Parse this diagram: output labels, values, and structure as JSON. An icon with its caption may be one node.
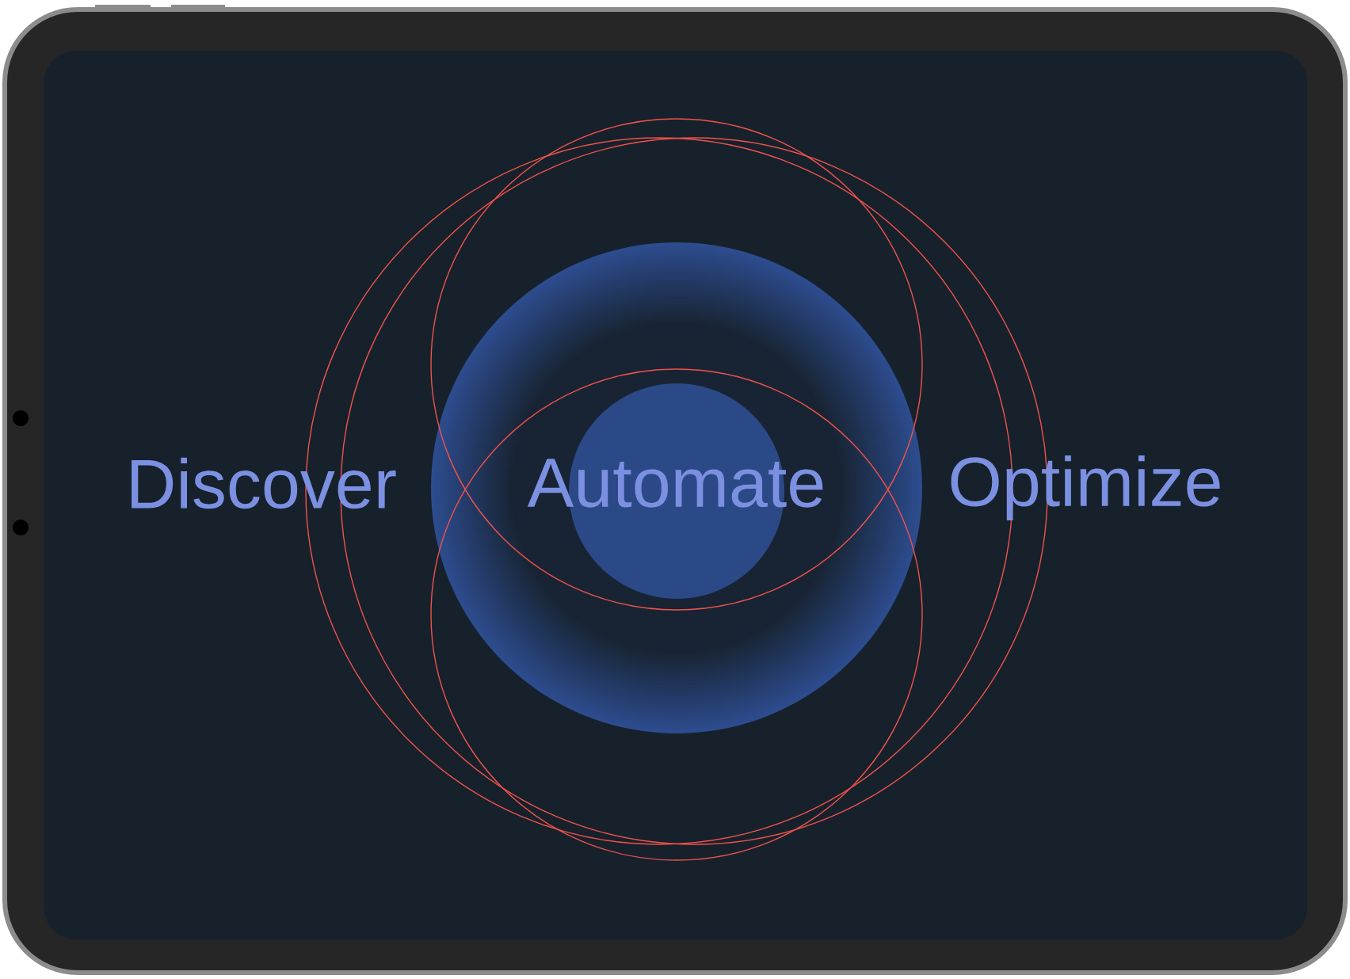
{
  "diagram": {
    "labels": [
      "Discover",
      "Automate",
      "Optimize"
    ]
  }
}
